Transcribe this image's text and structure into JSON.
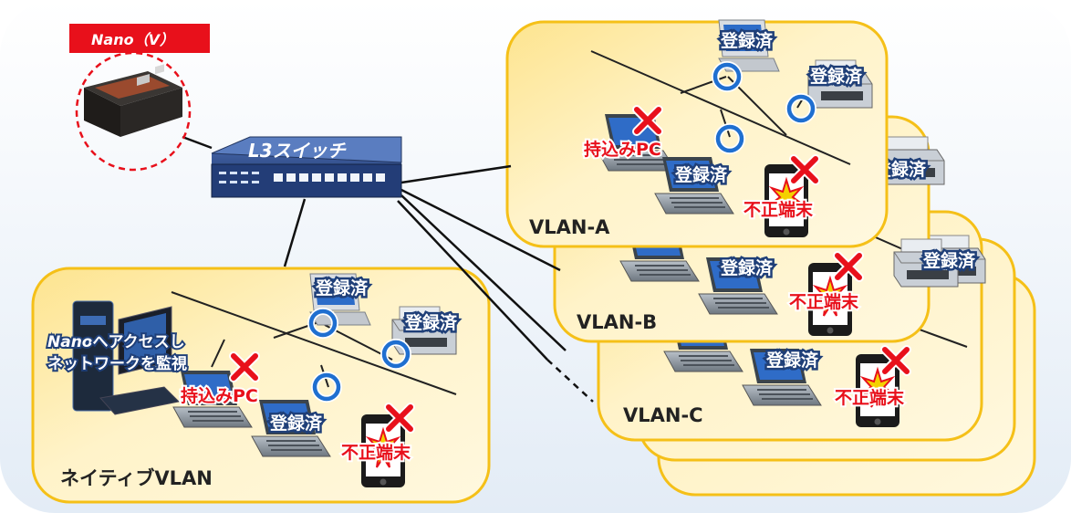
{
  "nano_label": "Nano（V）",
  "switch_label": "L3スイッチ",
  "monitor_text": {
    "brand": "Nano",
    "rest": "へアクセスし",
    "line2": "ネットワークを監視"
  },
  "device_labels": {
    "registered": "登録済",
    "personal_pc": "持込みPC",
    "unauthorized": "不正端末"
  },
  "vlans": {
    "native": "ネイティブVLAN",
    "a": "VLAN-A",
    "b": "VLAN-B",
    "c": "VLAN-C"
  },
  "colors": {
    "panel_fill": "#fff3c4",
    "panel_border": "#f5c018",
    "nano_badge": "#e8101b",
    "registered_ring": "#1f6fd0",
    "cross": "#e8101b",
    "switch": "#27417e"
  }
}
